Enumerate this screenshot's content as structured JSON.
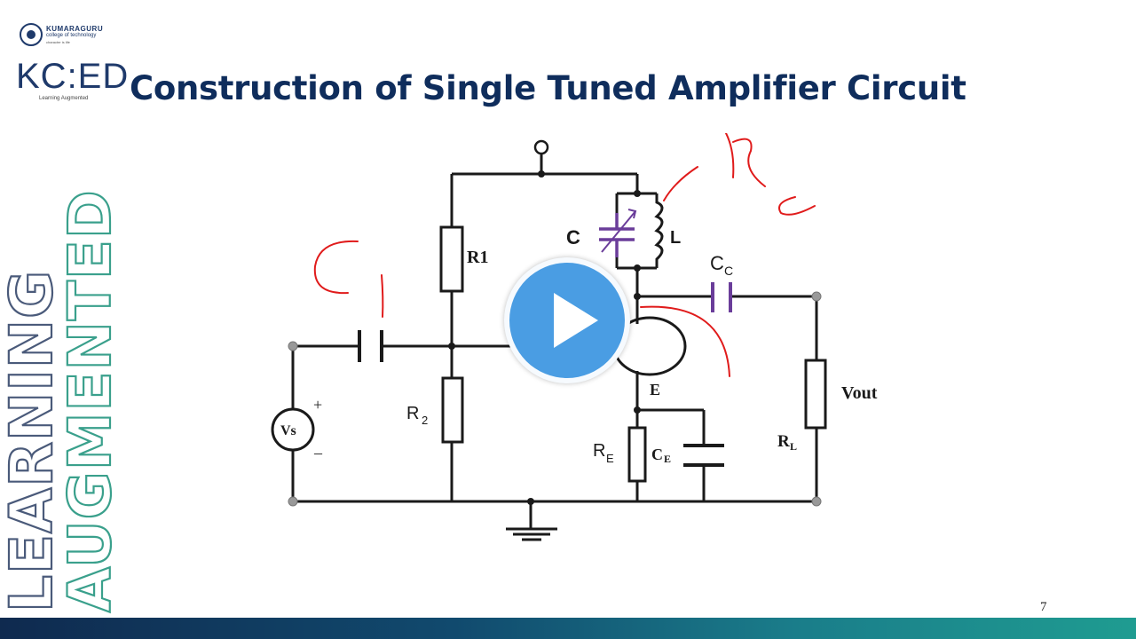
{
  "slide": {
    "title": "Construction of Single Tuned Amplifier Circuit",
    "page_number": "7"
  },
  "logos": {
    "college_name": "KUMARAGURU",
    "college_sub": "college of technology",
    "college_tag": "character is life",
    "kced_mark": "KC:ED",
    "kced_tag": "Learning Augmented"
  },
  "side_banner": {
    "word1": "LEARNING",
    "word2": "AUGMENTED"
  },
  "circuit": {
    "labels": {
      "r1": "R1",
      "r2": "R",
      "r2_sub": "2",
      "c": "C",
      "l": "L",
      "cc": "C",
      "cc_sub": "C",
      "e": "E",
      "re": "R",
      "re_sub": "E",
      "ce": "C",
      "ce_sub": "E",
      "vout": "Vout",
      "rl": "R",
      "rl_sub": "L",
      "vs": "Vs",
      "plus": "+",
      "minus": "–"
    },
    "colors": {
      "wire": "#1a1a1a",
      "capacitor_accent": "#6a3d9a",
      "annotation": "#e01b1b"
    }
  },
  "video": {
    "play_icon": "play-icon"
  },
  "colors": {
    "title": "#0f2d5c",
    "play_button": "#4a9de3",
    "footer_bar": "#114a6e"
  }
}
